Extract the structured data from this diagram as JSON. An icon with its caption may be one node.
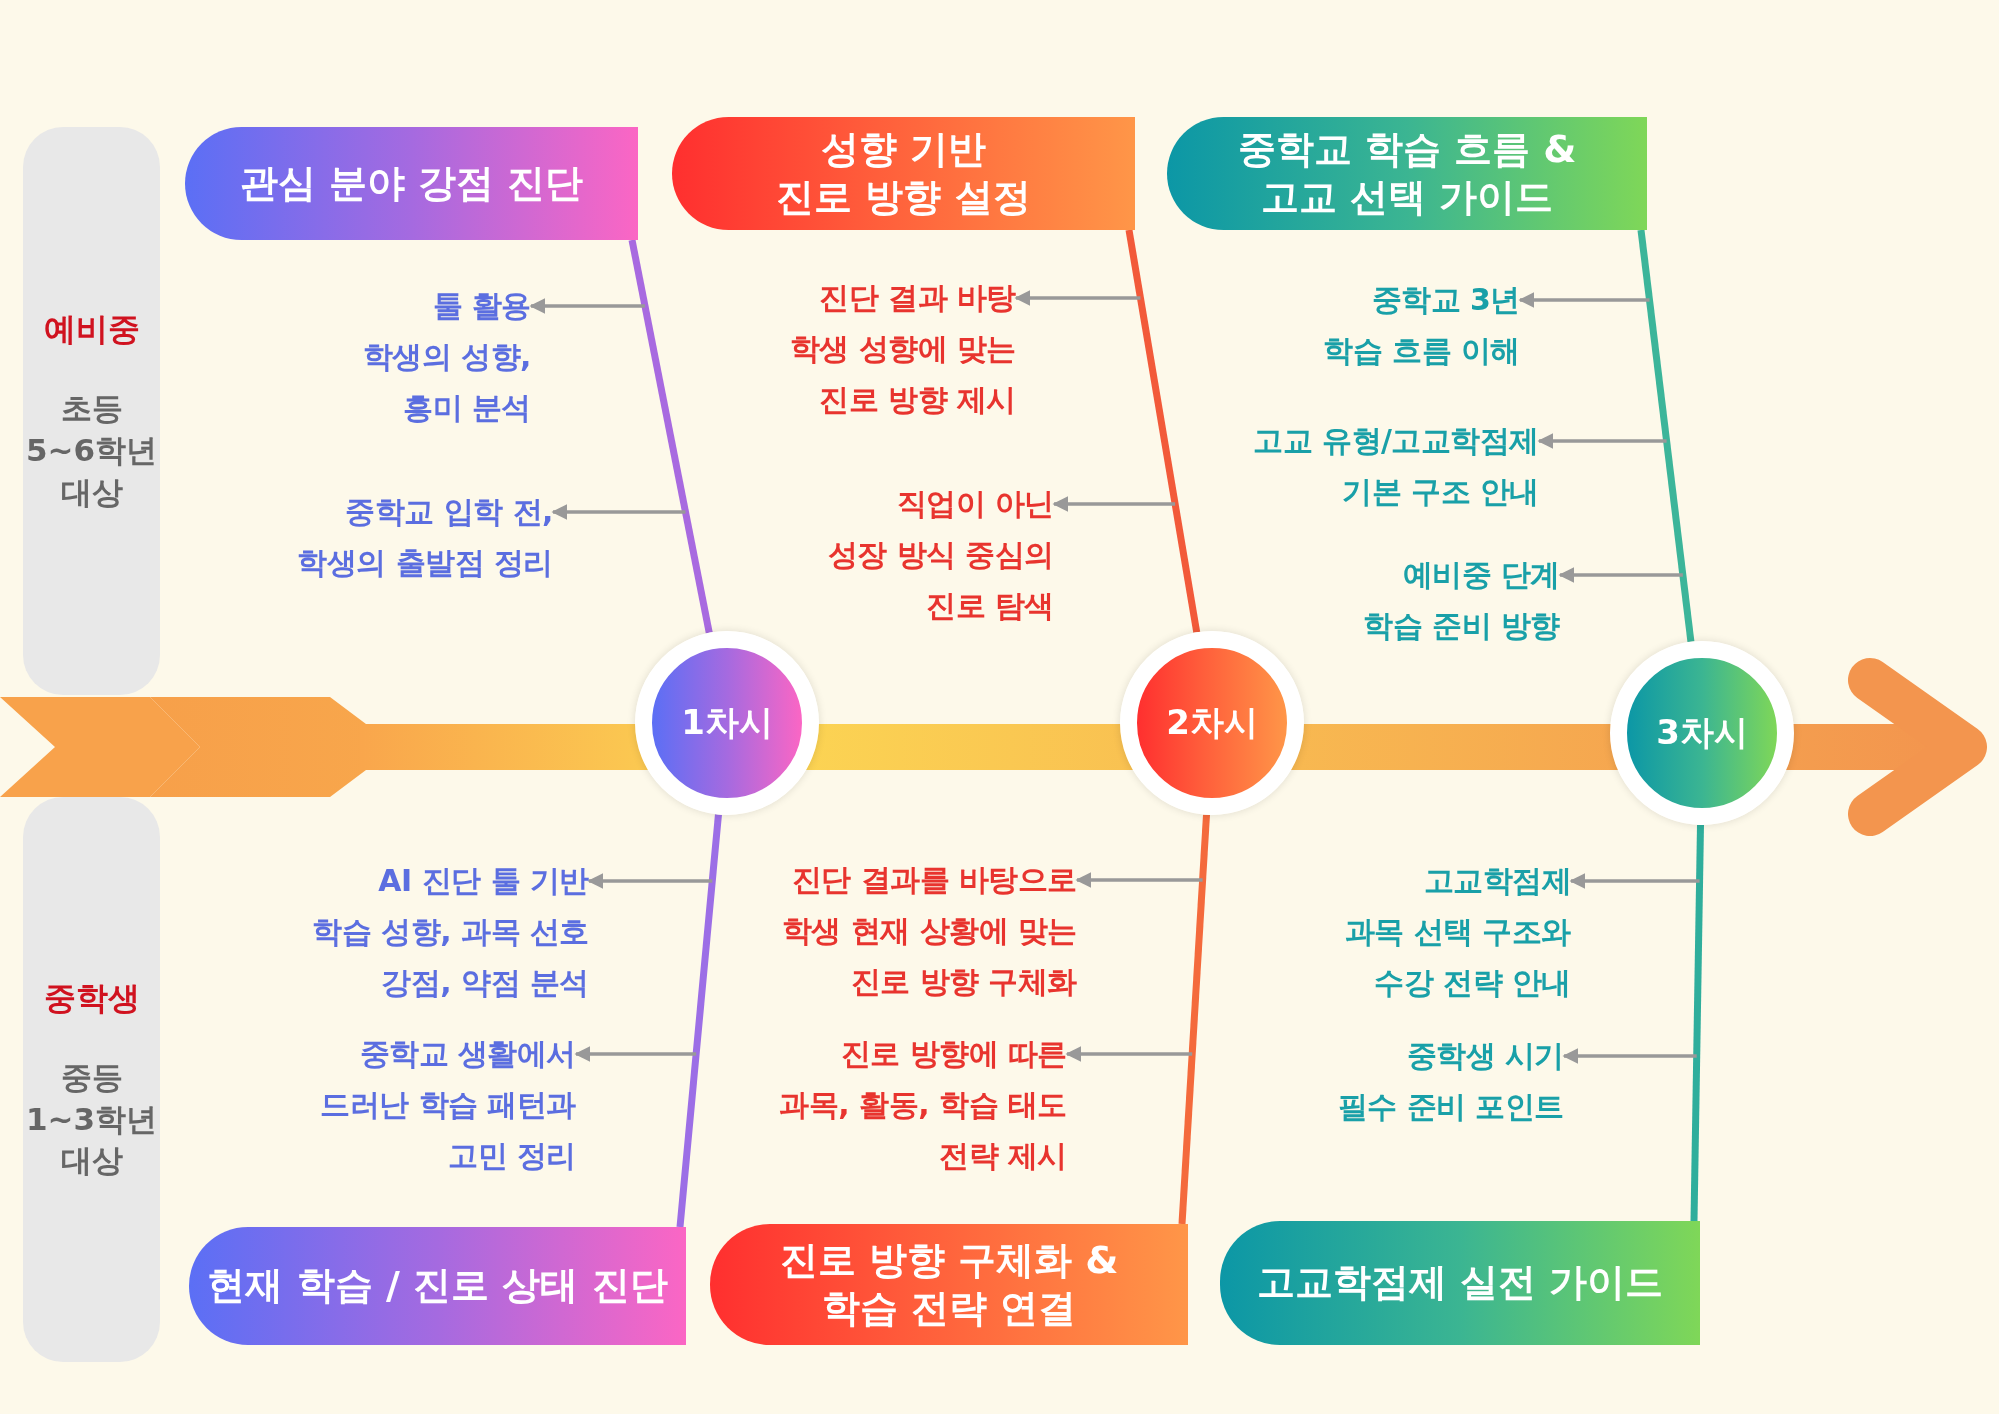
{
  "diagram": {
    "nodes": [
      {
        "text": [
          "예비중",
          "초등 5~6학년 대상"
        ]
      },
      {
        "text": [
          "관심 분야 강점 진단"
        ]
      },
      {
        "text": [
          "성향 기반 진로 방향 설정"
        ]
      },
      {
        "text": [
          "중학교 학습 흐름 & 고교 선택 가이드"
        ]
      },
      {
        "text": [
          "툴 활용 학생의 성향, 흥미 분석"
        ]
      },
      {
        "text": [
          "진단 결과 바탕 학생 성향에 맞는 진로 방향 제시"
        ]
      },
      {
        "text": [
          "중학교 3년 학습 흐름 이해"
        ]
      },
      {
        "text": [
          "고교 유형/고교학점제 기본 구조 안내"
        ]
      },
      {
        "text": [
          "중학교 입학 전, 학생의 출발점 정리"
        ]
      },
      {
        "text": [
          "직업이 아닌 성장 방식 중심의 진로 탐색"
        ]
      },
      {
        "text": [
          "예비중 단계 학습 준비 방향"
        ]
      },
      {
        "text": [
          "1차시"
        ]
      },
      {
        "text": [
          "2차시"
        ]
      },
      {
        "text": [
          "3차시"
        ]
      },
      {
        "text": [
          "중학생",
          "중등 1~3학년 대상"
        ]
      },
      {
        "text": [
          "AI 진단 툴 기반 학습 성향, 과목 선호 강점, 약점 분석"
        ]
      },
      {
        "text": [
          "진단 결과를 바탕으로 학생 현재 상황에 맞는 진로 방향 구체화"
        ]
      },
      {
        "text": [
          "고교학점제 과목 선택 구조와 수강 전략 안내"
        ]
      },
      {
        "text": [
          "중학교 생활에서 드러난 학습 패턴과 고민 정리"
        ]
      },
      {
        "text": [
          "진로 방향에 따른 과목, 활동, 학습 태도 전략 제시"
        ]
      },
      {
        "text": [
          "중학생 시기 필수 준비 포인트"
        ]
      },
      {
        "text": [
          "현재 학습 / 진로 상태 진단"
        ]
      },
      {
        "text": [
          "진로 방향 구체화 & 학습 전략 연결"
        ]
      },
      {
        "text": [
          "고교학점제 실전 가이드"
        ]
      }
    ],
    "edges": [
      {
        "from": 1,
        "to": 11,
        "arrow": "none",
        "style": "thick",
        "color": "#a86ae0"
      },
      {
        "from": 11,
        "to": 21,
        "arrow": "none",
        "style": "thick",
        "color": "#9c6ee6"
      },
      {
        "from": 2,
        "to": 12,
        "arrow": "none",
        "style": "thick",
        "color": "#f25a3a"
      },
      {
        "from": 12,
        "to": 22,
        "arrow": "none",
        "style": "thick",
        "color": "#f46a3c"
      },
      {
        "from": 3,
        "to": 13,
        "arrow": "none",
        "style": "thick",
        "color": "#3cb59a"
      },
      {
        "from": 13,
        "to": 23,
        "arrow": "none",
        "style": "thick",
        "color": "#2fae9c"
      },
      {
        "from": null,
        "to": 4,
        "arrow": "to"
      },
      {
        "from": null,
        "to": 8,
        "arrow": "to"
      },
      {
        "from": null,
        "to": 5,
        "arrow": "to"
      },
      {
        "from": null,
        "to": 9,
        "arrow": "to"
      },
      {
        "from": null,
        "to": 6,
        "arrow": "to"
      },
      {
        "from": null,
        "to": 7,
        "arrow": "to"
      },
      {
        "from": null,
        "to": 10,
        "arrow": "to"
      },
      {
        "from": null,
        "to": 15,
        "arrow": "to"
      },
      {
        "from": null,
        "to": 18,
        "arrow": "to"
      },
      {
        "from": null,
        "to": 16,
        "arrow": "to"
      },
      {
        "from": null,
        "to": 19,
        "arrow": "to"
      },
      {
        "from": null,
        "to": 17,
        "arrow": "to"
      },
      {
        "from": null,
        "to": 20,
        "arrow": "to"
      }
    ]
  }
}
